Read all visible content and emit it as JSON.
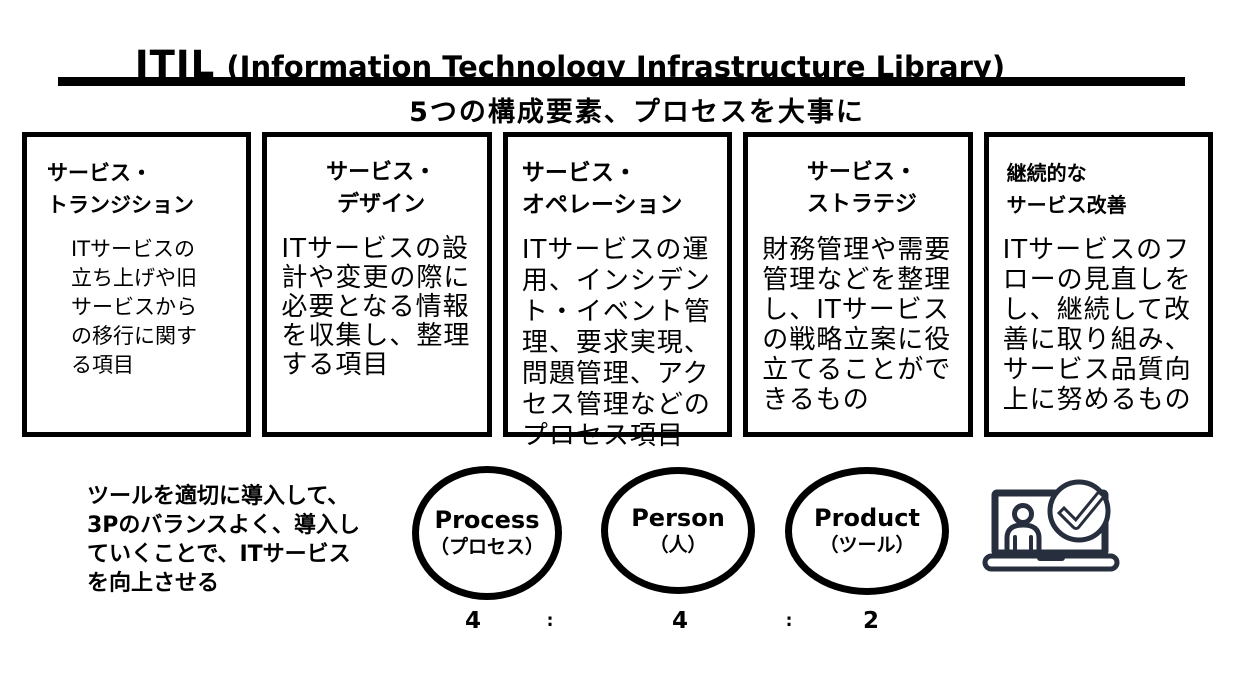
{
  "header": {
    "title_main": "ITIL",
    "title_sub": "(Information Technology Infrastructure Library)",
    "subtitle": "5つの構成要素、プロセスを大事に"
  },
  "boxes": [
    {
      "heading": "サービス・\nトランジション",
      "body": "ITサービスの\n立ち上げや旧\nサービスから\nの移行に関す\nる項目"
    },
    {
      "heading": "サービス・\nデザイン",
      "body": "ITサービスの設\n計や変更の際に\n必要となる情報\nを収集し、整理\nする項目"
    },
    {
      "heading": "サービス・\nオペレーション",
      "body": "ITサービスの運\n用、インシデン\nト・イベント管\n理、要求実現、\n問題管理、アク\nセス管理などの\nプロセス項目"
    },
    {
      "heading": "サービス・\nストラテジ",
      "body": "財務管理や需要\n管理などを整理\nし、ITサービス\nの戦略立案に役\n立てることがで\nきるもの"
    },
    {
      "heading": "継続的な\nサービス改善",
      "body": "ITサービスのフ\nローの見直しを\nし、継続して改\n善に取り組み、\nサービス品質向\n上に努めるもの"
    }
  ],
  "bottom": {
    "note": "ツールを適切に導入して、\n3Pのバランスよく、導入し\nていくことで、ITサービス\nを向上させる",
    "circles": [
      {
        "en": "Process",
        "ja": "（プロセス）"
      },
      {
        "en": "Person",
        "ja": "（人）"
      },
      {
        "en": "Product",
        "ja": "（ツール）"
      }
    ],
    "ratio": [
      "4",
      ":",
      "4",
      ":",
      "2"
    ],
    "icon": "laptop-person-check-icon"
  },
  "colors": {
    "ink": "#000000",
    "background": "#ffffff",
    "icon_ink": "#272e3d"
  }
}
